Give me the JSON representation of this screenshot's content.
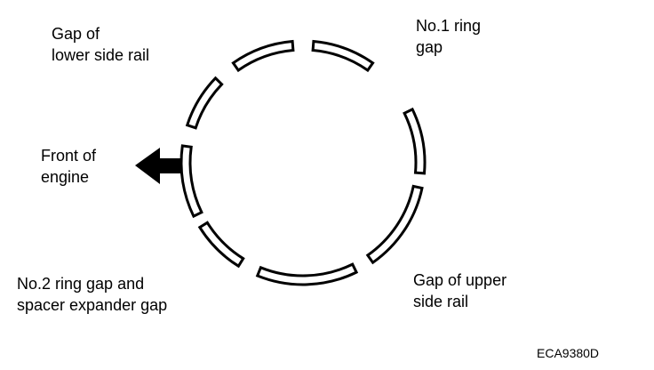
{
  "labels": {
    "lower_side_rail_gap": [
      "Gap of",
      "lower side rail"
    ],
    "no1_ring_gap": [
      "No.1 ring",
      "gap"
    ],
    "front_of_engine": [
      "Front of",
      "engine"
    ],
    "no2_ring_and_expander_gap": [
      "No.2 ring gap and",
      "spacer expander gap"
    ],
    "upper_side_rail_gap": [
      "Gap of upper",
      "side rail"
    ]
  },
  "figure_code": "ECA9380D",
  "colors": {
    "ink": "#000000",
    "background": "#ffffff"
  }
}
